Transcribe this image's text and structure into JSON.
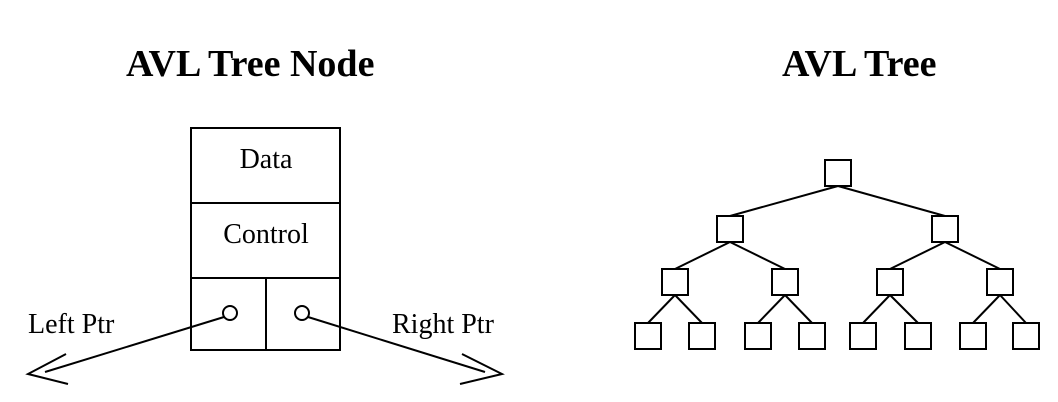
{
  "node_panel": {
    "title": "AVL Tree Node",
    "fields": [
      "Data",
      "Control"
    ],
    "left_pointer_label": "Left Ptr",
    "right_pointer_label": "Right Ptr"
  },
  "tree_panel": {
    "title": "AVL Tree",
    "levels": [
      1,
      2,
      4,
      8
    ]
  },
  "colors": {
    "stroke": "#000000",
    "background": "#ffffff"
  }
}
